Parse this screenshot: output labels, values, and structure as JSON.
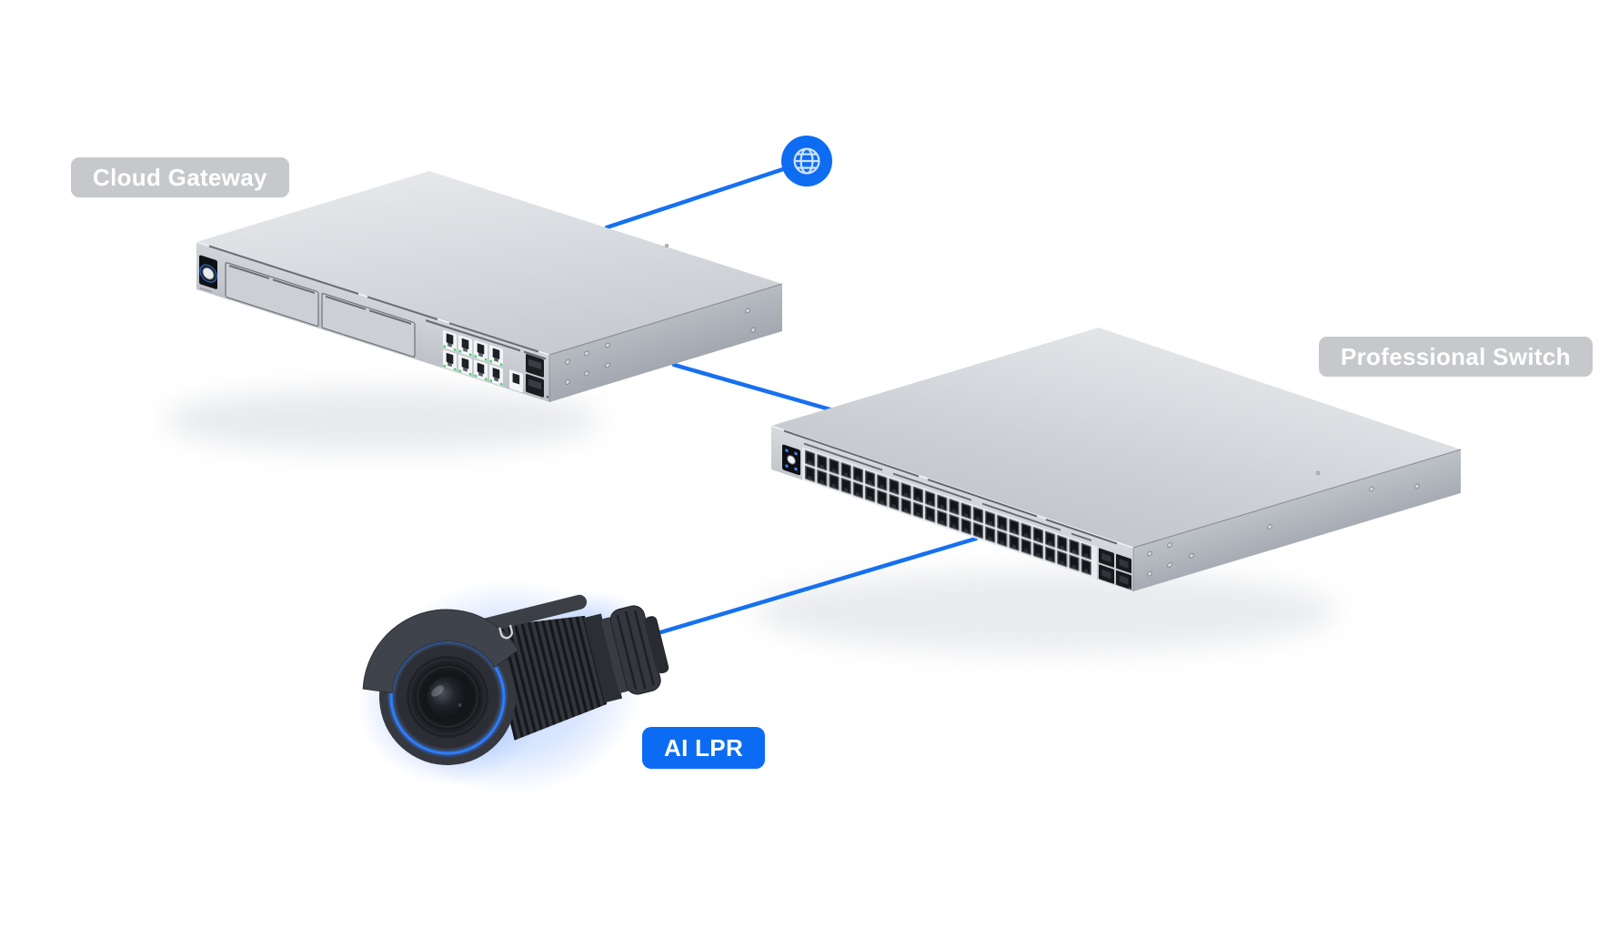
{
  "diagram": {
    "nodes": [
      {
        "id": "cloud-gateway",
        "label": "Cloud Gateway",
        "kind": "gateway-appliance",
        "ports_visible": {
          "lan_rj45": 8,
          "wan_rj45": 1,
          "sfp": 2
        },
        "drive_bays": 2
      },
      {
        "id": "professional-switch",
        "label": "Professional Switch",
        "kind": "rack-switch",
        "ports_visible": {
          "rj45": 48,
          "sfp_plus": 4
        }
      },
      {
        "id": "ai-lpr-camera",
        "label": "AI LPR",
        "kind": "bullet-camera"
      },
      {
        "id": "internet",
        "kind": "internet-node",
        "icon": "globe-icon"
      }
    ],
    "connections": [
      {
        "from": "cloud-gateway",
        "to": "internet",
        "style": "blue-line"
      },
      {
        "from": "cloud-gateway",
        "to": "professional-switch",
        "style": "blue-line"
      },
      {
        "from": "professional-switch",
        "to": "ai-lpr-camera",
        "style": "blue-line"
      }
    ],
    "colors": {
      "background": "#ffffff",
      "connection_blue": "#1670f0",
      "badge_gray": "#c6c8cb",
      "badge_blue": "#0b6cf3",
      "globe_blue": "#0d6cf2",
      "camera_glow": "#7aa8ff",
      "camera_ring_blue": "#2e7cf7",
      "led_green": "#3ecf63"
    }
  }
}
